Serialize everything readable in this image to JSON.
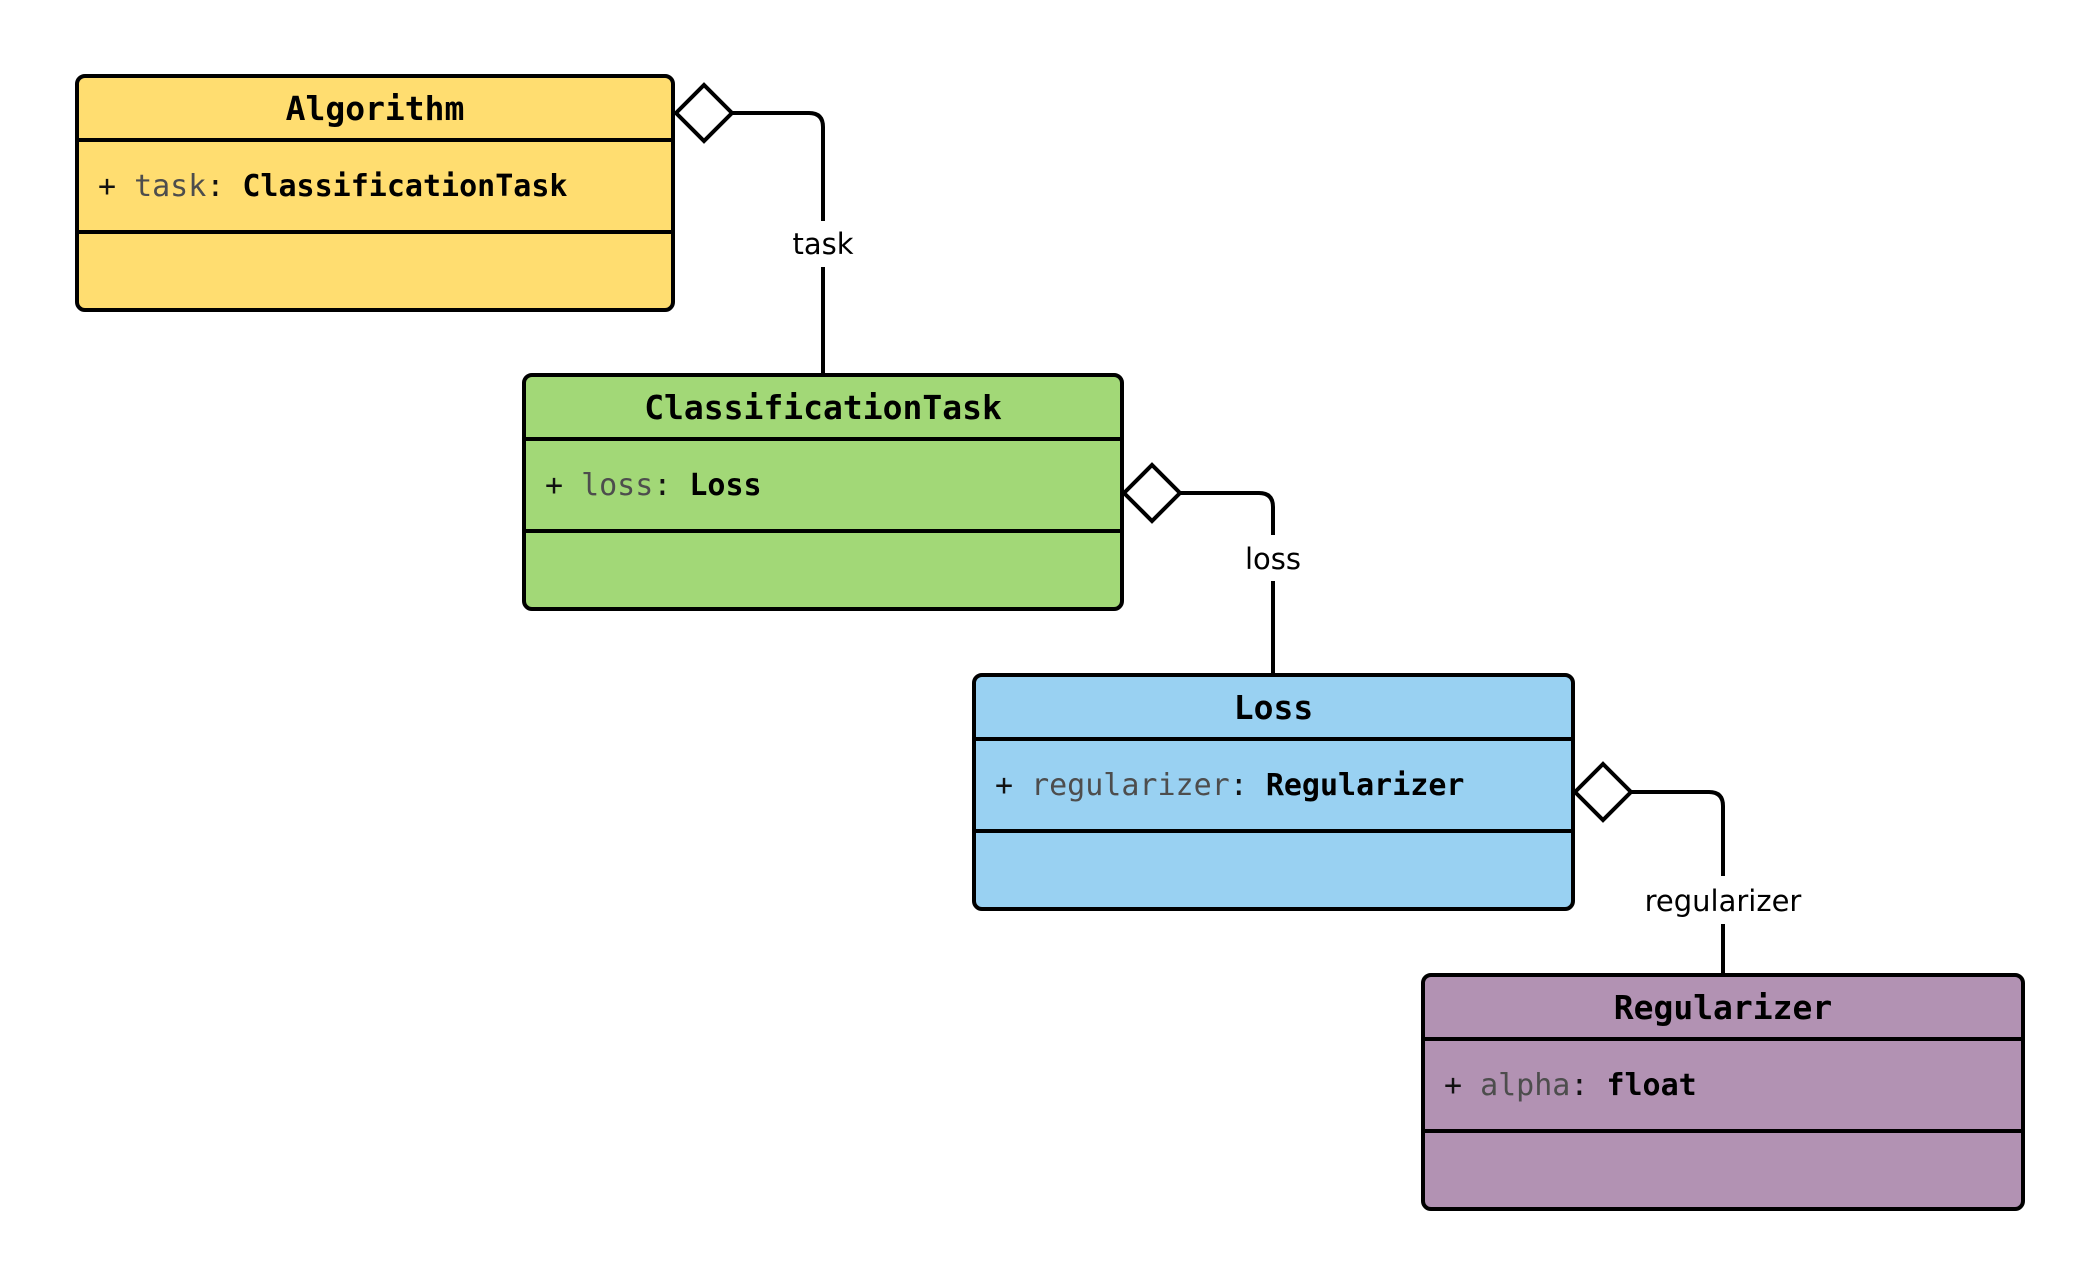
{
  "diagram": {
    "type": "uml-class-diagram",
    "background": "#ffffff",
    "line_color": "#000000",
    "classes": [
      {
        "title": "Algorithm",
        "fill": "#FFDD70",
        "attribute": {
          "visibility": "+",
          "name": "task",
          "separator": ":",
          "type": "ClassificationTask"
        }
      },
      {
        "title": "ClassificationTask",
        "fill": "#A2D877",
        "attribute": {
          "visibility": "+",
          "name": "loss",
          "separator": ":",
          "type": "Loss"
        }
      },
      {
        "title": "Loss",
        "fill": "#99D1F2",
        "attribute": {
          "visibility": "+",
          "name": "regularizer",
          "separator": ":",
          "type": "Regularizer"
        }
      },
      {
        "title": "Regularizer",
        "fill": "#B292B3",
        "attribute": {
          "visibility": "+",
          "name": "alpha",
          "separator": ":",
          "type": "float"
        }
      }
    ],
    "edges": [
      {
        "label": "task",
        "from": "Algorithm",
        "to": "ClassificationTask",
        "kind": "aggregation"
      },
      {
        "label": "loss",
        "from": "ClassificationTask",
        "to": "Loss",
        "kind": "aggregation"
      },
      {
        "label": "regularizer",
        "from": "Loss",
        "to": "Regularizer",
        "kind": "aggregation"
      }
    ]
  }
}
